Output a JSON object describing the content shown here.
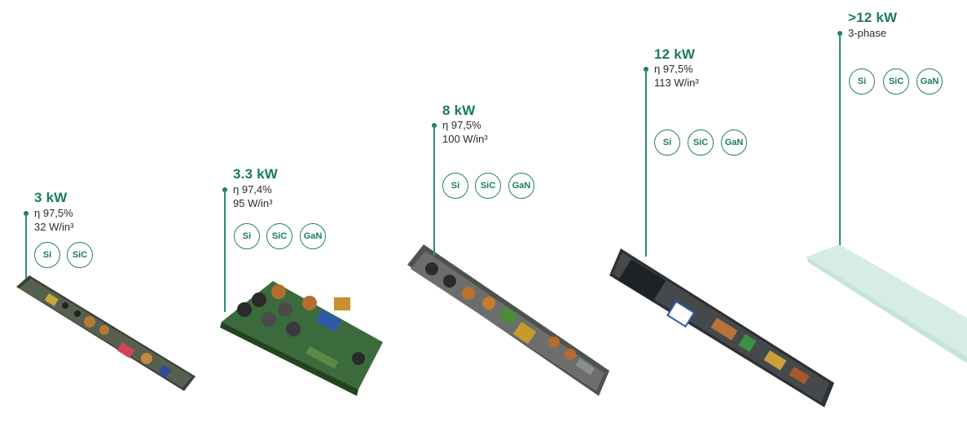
{
  "products": [
    {
      "power": "3 kW",
      "efficiency": "η 97,5%",
      "density": "32 W/in³",
      "technologies": [
        "Si",
        "SiC"
      ]
    },
    {
      "power": "3.3 kW",
      "efficiency": "η 97,4%",
      "density": "95 W/in³",
      "technologies": [
        "Si",
        "SiC",
        "GaN"
      ]
    },
    {
      "power": "8 kW",
      "efficiency": "η 97,5%",
      "density": "100 W/in³",
      "technologies": [
        "Si",
        "SiC",
        "GaN"
      ]
    },
    {
      "power": "12 kW",
      "efficiency": "η 97,5%",
      "density": "113 W/in³",
      "technologies": [
        "Si",
        "SiC",
        "GaN"
      ]
    },
    {
      "power": ">12 kW",
      "efficiency": "3-phase",
      "density": "",
      "technologies": [
        "Si",
        "SiC",
        "GaN"
      ]
    }
  ],
  "colors": {
    "accent": "#1a7a61",
    "text": "#2a2a2a",
    "ghost_board": "#cfe9e2"
  }
}
